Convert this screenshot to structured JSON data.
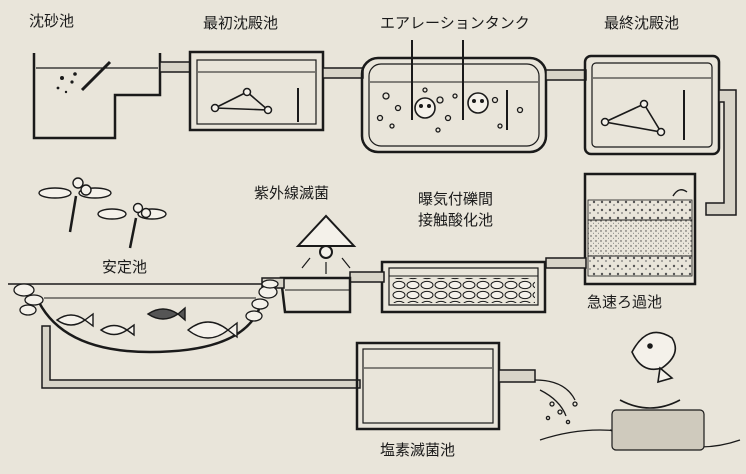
{
  "labels": {
    "grit_chamber": "沈砂池",
    "primary_settling": "最初沈殿池",
    "aeration_tank": "エアレーションタンク",
    "final_settling": "最終沈殿池",
    "stabilization_pond": "安定池",
    "uv_sterilization": "紫外線滅菌",
    "contact_oxidation_line1": "曝気付礫間",
    "contact_oxidation_line2": "接触酸化池",
    "rapid_filter": "急速ろ過池",
    "chlorine_sterilization": "塩素滅菌池"
  },
  "colors": {
    "background": "#e9e5da",
    "ink": "#1a1a1a",
    "pipe_fill": "#d8d4c8",
    "water_fill": "#f4f1ea"
  }
}
